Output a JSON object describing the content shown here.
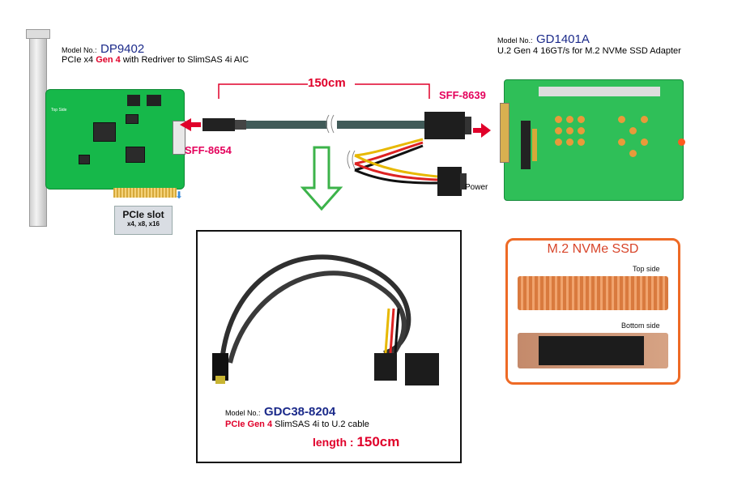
{
  "left_card": {
    "model_prefix": "Model No.:",
    "model": "DP9402",
    "desc_pre": "PCIe x4 ",
    "desc_gen": "Gen 4",
    "desc_post": " with Redriver to SlimSAS 4i AIC",
    "board_text": "Top Side",
    "slot_title": "PCIe slot",
    "slot_sub": "x4, x8, x16"
  },
  "right_card": {
    "model_prefix": "Model No.:",
    "model": "GD1401A",
    "desc": "U.2 Gen 4 16GT/s for M.2 NVMe SSD Adapter",
    "power_label": "Power"
  },
  "cable": {
    "length_label": "150cm",
    "left_connector": "SFF-8654",
    "right_connector": "SFF-8639"
  },
  "cable_photo": {
    "model_prefix": "Model No.:",
    "model": "GDC38-8204",
    "desc_gen": "PCIe Gen 4",
    "desc_post": " SlimSAS 4i to U.2 cable",
    "length_prefix": "length : ",
    "length_value": "150cm"
  },
  "ssd": {
    "title": "M.2 NVMe SSD",
    "top_label": "Top side",
    "bottom_label": "Bottom side"
  },
  "colors": {
    "accent_red": "#e0002a",
    "connector_pink": "#e4005b",
    "model_blue": "#1b2a8a",
    "ssd_frame": "#ee6a25",
    "arrow_green": "#3cb34a"
  }
}
